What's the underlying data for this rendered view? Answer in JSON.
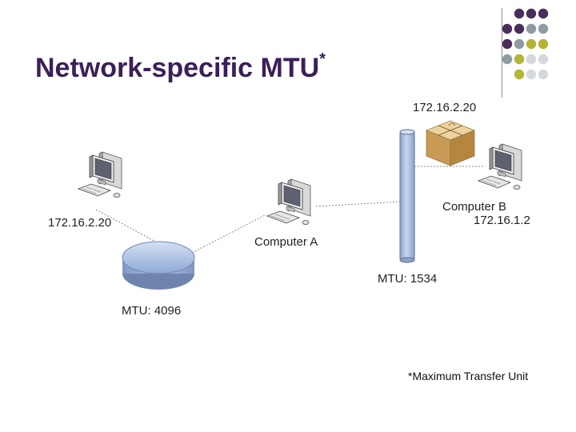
{
  "slide": {
    "title": "Network-specific MTU",
    "title_marker": "*",
    "footnote": "*Maximum Transfer Unit"
  },
  "diagram": {
    "left_host_ip": "172.16.2.20",
    "computer_a_label": "Computer A",
    "left_network_mtu": "MTU: 4096",
    "middle_network_mtu": "MTU: 1534",
    "packet_ip": "172.16.2.20",
    "computer_b_label": "Computer B",
    "computer_b_ip": "172.16.1.2"
  },
  "colors": {
    "title": "#3a1f59",
    "dot_purple": "#4b2d5c",
    "dot_teal": "#8d9ca0",
    "dot_yellow": "#b6b436",
    "dot_light": "#d5d8dc",
    "network_disk": "#9fb6de",
    "network_bar": "#a9bddf"
  },
  "icons": [
    "computer-icon",
    "package-icon"
  ]
}
